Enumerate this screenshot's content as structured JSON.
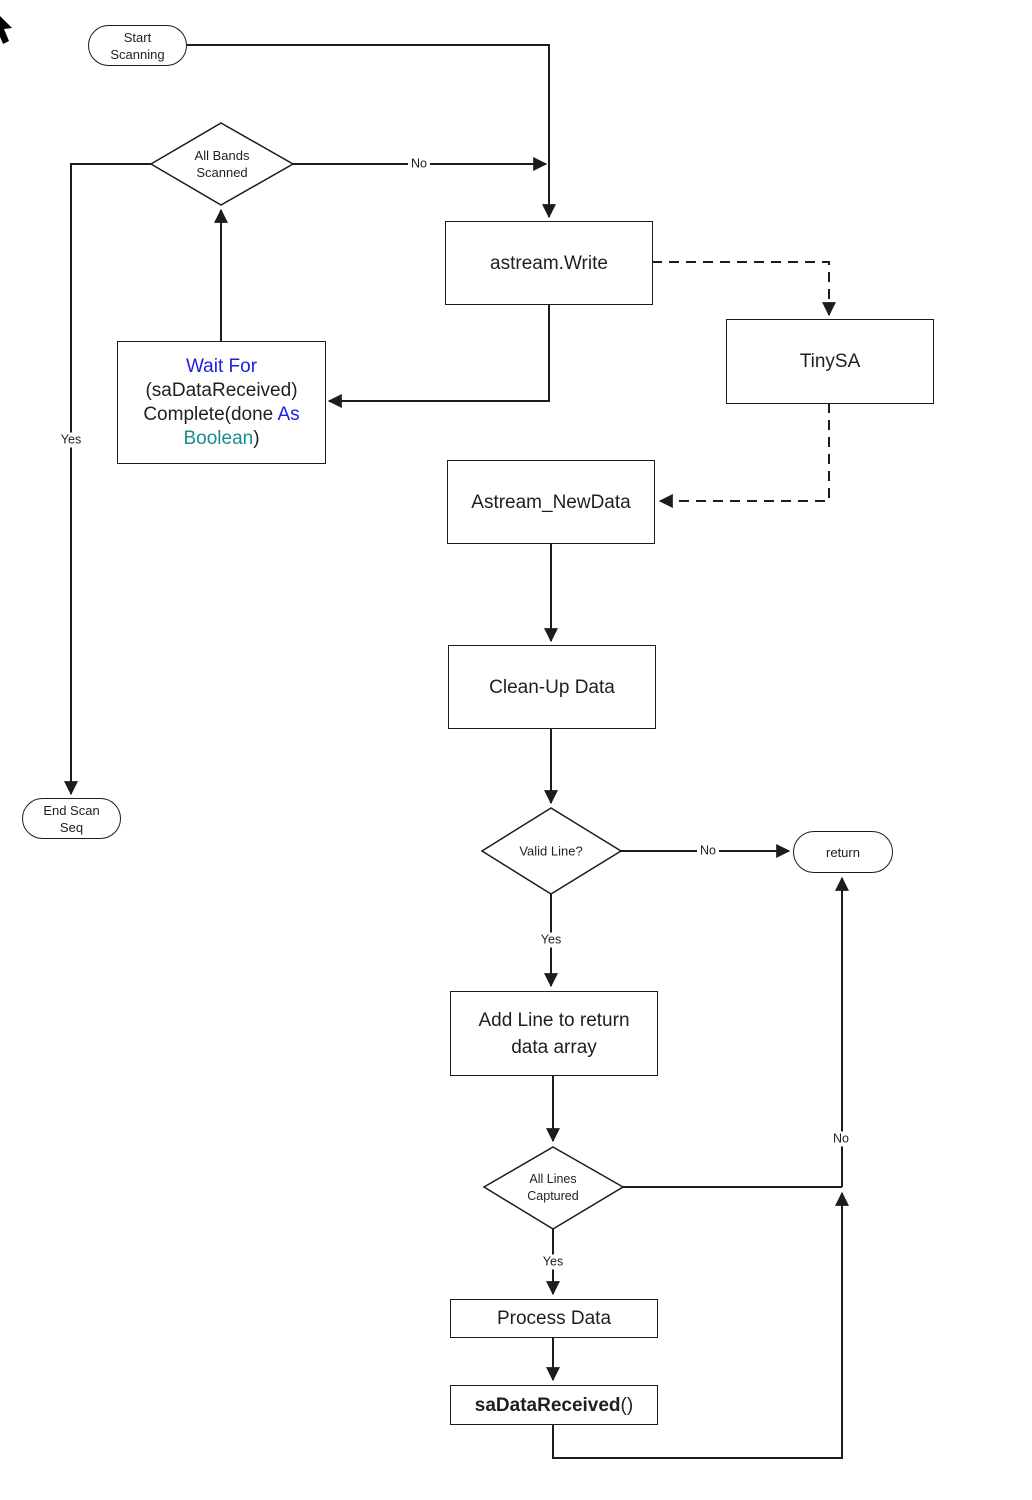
{
  "nodes": {
    "start": {
      "line1": "Start",
      "line2": "Scanning"
    },
    "all_bands": {
      "line1": "All Bands",
      "line2": "Scanned"
    },
    "astream_write": {
      "label": "astream.Write"
    },
    "tinysa": {
      "label": "TinySA"
    },
    "wait_for": {
      "line1": "Wait For",
      "line2": "(saDataReceived)",
      "line3_black": "Complete(done ",
      "line3_blue": "As",
      "line4_teal": "Boolean",
      "line4_black": ")"
    },
    "astream_newdata": {
      "label": "Astream_NewData"
    },
    "cleanup": {
      "label": "Clean-Up Data"
    },
    "valid_line": {
      "label": "Valid Line?"
    },
    "return": {
      "label": "return"
    },
    "add_line": {
      "line1": "Add Line to return",
      "line2": "data array"
    },
    "all_lines": {
      "line1": "All Lines",
      "line2": "Captured"
    },
    "process_data": {
      "label": "Process Data"
    },
    "sadata_received": {
      "bold": "saDataReceived",
      "rest": "()"
    },
    "end_scan": {
      "line1": "End Scan",
      "line2": "Seq"
    }
  },
  "edge_labels": {
    "no_all_bands": "No",
    "yes_all_bands": "Yes",
    "no_valid_line": "No",
    "yes_valid_line": "Yes",
    "no_all_lines": "No",
    "yes_all_lines": "Yes"
  },
  "colors": {
    "keyword_blue": "#1e1ee1",
    "type_teal": "#1a8c8c",
    "line_black": "#1c1c1c"
  }
}
